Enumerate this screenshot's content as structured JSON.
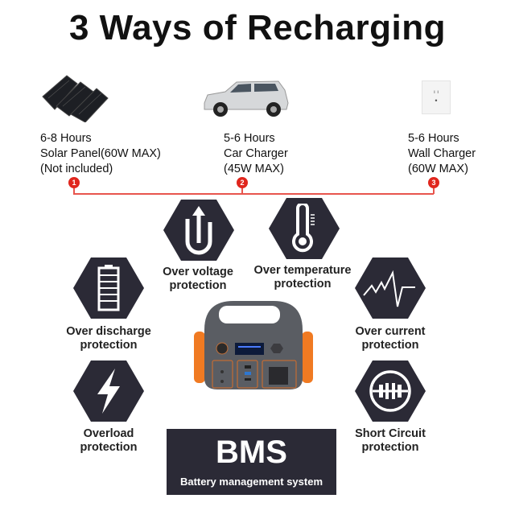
{
  "title": "3 Ways of Recharging",
  "sources": [
    {
      "number": "1",
      "time": "6-8 Hours",
      "name": "Solar Panel(60W MAX)",
      "note": "(Not included)",
      "icon": "solar-panel-icon"
    },
    {
      "number": "2",
      "time": "5-6 Hours",
      "name": "Car Charger",
      "note": "(45W MAX)",
      "icon": "car-icon"
    },
    {
      "number": "3",
      "time": "5-6 Hours",
      "name": "Wall Charger",
      "note": "(60W MAX)",
      "icon": "wall-outlet-icon"
    }
  ],
  "protections": {
    "voltage": {
      "line1": "Over voltage",
      "line2": "protection"
    },
    "temperature": {
      "line1": "Over temperature",
      "line2": "protection"
    },
    "discharge": {
      "line1": "Over discharge",
      "line2": "protection"
    },
    "current": {
      "line1": "Over current",
      "line2": "protection"
    },
    "overload": {
      "line1": "Overload",
      "line2": "protection"
    },
    "short": {
      "line1": "Short Circuit",
      "line2": "protection"
    }
  },
  "bms": {
    "title": "BMS",
    "subtitle": "Battery management system"
  },
  "colors": {
    "hex": "#2b2a36",
    "accent": "#e0261d",
    "device_orange": "#f07a22"
  }
}
